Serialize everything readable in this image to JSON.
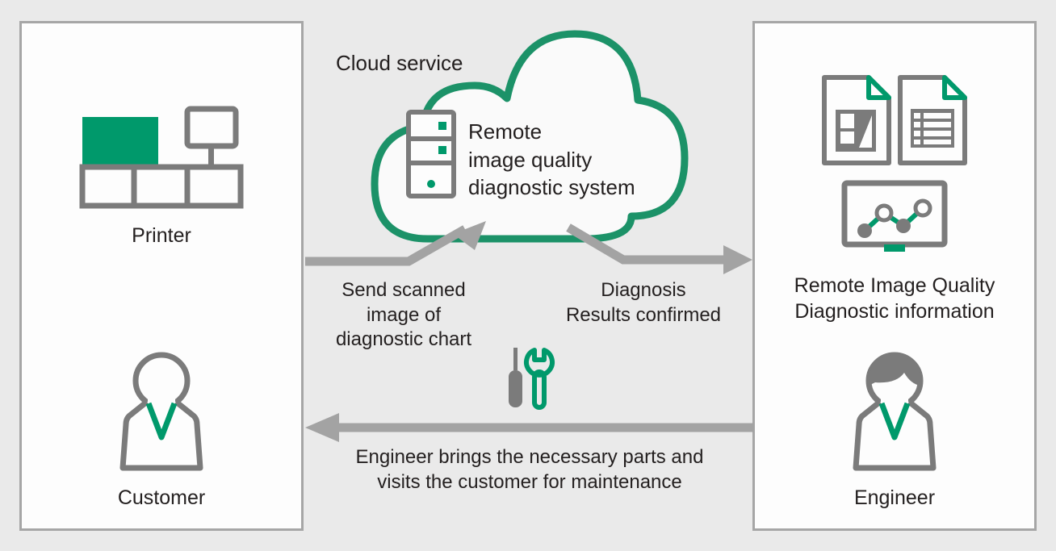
{
  "theme": {
    "background": "#eaeaea",
    "panel_fill": "#fdfdfd",
    "panel_border": "#a6a6a6",
    "green": "#00996b",
    "gray": "#7b7b7b",
    "arrow_gray": "#a3a3a3",
    "text": "#231f1f"
  },
  "panels": {
    "customer": {
      "printer_label": "Printer",
      "person_label": "Customer"
    },
    "engineer": {
      "info_label": "Remote Image Quality\nDiagnostic information",
      "person_label": "Engineer"
    }
  },
  "cloud": {
    "title": "Cloud service",
    "system_label": "Remote\nimage quality\ndiagnostic system"
  },
  "flows": {
    "send": "Send scanned\nimage of\ndiagnostic chart",
    "diagnosis": "Diagnosis\nResults confirmed",
    "maintenance": "Engineer brings the necessary parts and\nvisits the customer for maintenance"
  },
  "icons": {
    "printer": "printer-icon",
    "server": "server-icon",
    "cloud": "cloud-shape",
    "customer": "person-icon",
    "engineer": "person-with-hair-icon",
    "document_chart": "document-chart-icon",
    "document_list": "document-list-icon",
    "monitor_chart": "monitor-line-chart-icon",
    "tools": "screwdriver-wrench-icon",
    "arrow_up_right": "arrow-up-right",
    "arrow_down_right": "arrow-down-right",
    "arrow_left": "arrow-left"
  }
}
